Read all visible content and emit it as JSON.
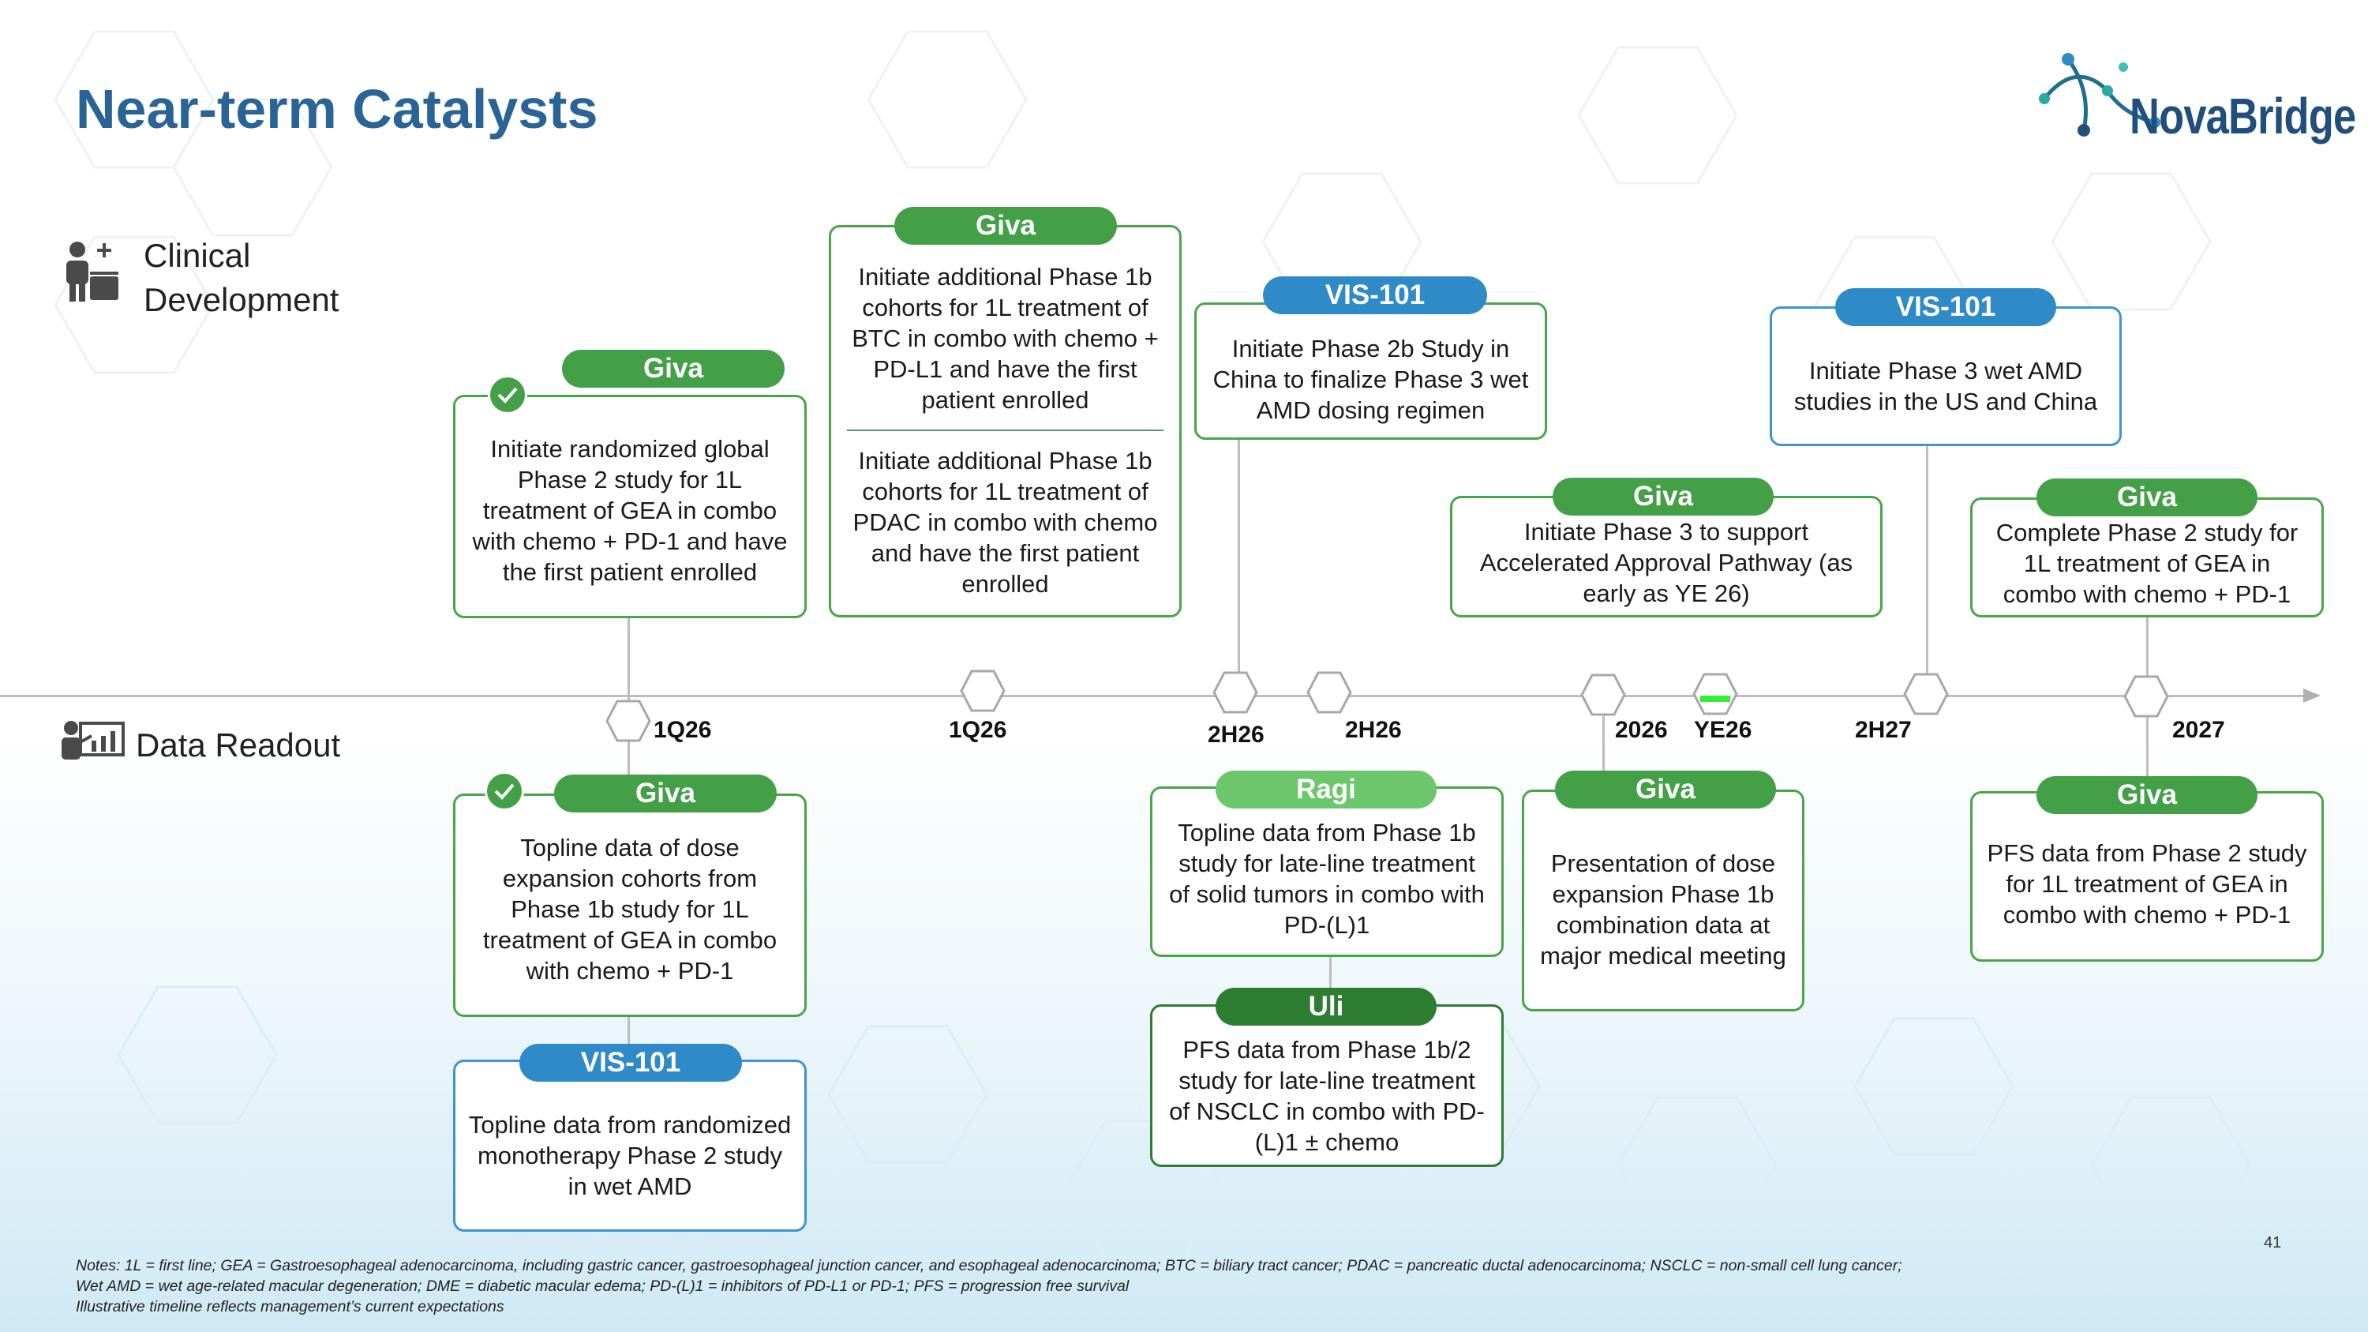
{
  "title": "Near-term Catalysts",
  "logo": {
    "text": "NovaBridge"
  },
  "sections": {
    "clinical": "Clinical\nDevelopment",
    "readout": "Data Readout"
  },
  "timeline": {
    "ticks": [
      "1Q26",
      "1Q26",
      "2H26",
      "2H26",
      "2026",
      "YE26",
      "2H27",
      "2027"
    ]
  },
  "clinical_cards": [
    {
      "tag": "Giva",
      "text": "Initiate randomized global Phase 2 study for 1L treatment of GEA in combo with chemo + PD-1 and have the first patient enrolled",
      "completed": true
    },
    {
      "tag": "Giva",
      "text": "Initiate additional Phase 1b cohorts for 1L treatment of BTC in combo with chemo + PD-L1 and have the first patient enrolled",
      "text2": "Initiate additional Phase 1b cohorts for 1L treatment of PDAC in combo with chemo and have the first patient enrolled"
    },
    {
      "tag": "VIS-101",
      "text": "Initiate Phase 2b Study in China to finalize Phase 3 wet AMD dosing regimen"
    },
    {
      "tag": "Giva",
      "text": "Initiate Phase 3 to support Accelerated Approval Pathway (as early as YE 26)"
    },
    {
      "tag": "VIS-101",
      "text": "Initiate Phase 3 wet AMD studies in the US and China"
    },
    {
      "tag": "Giva",
      "text": "Complete Phase 2 study for 1L treatment of GEA in combo with chemo + PD-1"
    }
  ],
  "readout_cards": [
    {
      "tag": "Giva",
      "text": "Topline data of dose expansion cohorts from Phase 1b study for 1L treatment of GEA in combo with chemo + PD-1",
      "completed": true
    },
    {
      "tag": "VIS-101",
      "text": "Topline data from randomized monotherapy Phase 2 study in wet AMD"
    },
    {
      "tag": "Ragi",
      "text": "Topline data from Phase 1b study for late-line treatment of solid tumors in combo with PD-(L)1"
    },
    {
      "tag": "Uli",
      "text": "PFS data from Phase 1b/2 study for late-line treatment of NSCLC in combo with PD-(L)1 ± chemo"
    },
    {
      "tag": "Giva",
      "text": "Presentation of dose expansion Phase 1b combination data at major medical meeting"
    },
    {
      "tag": "Giva",
      "text": "PFS data from Phase 2 study for 1L treatment of GEA in combo with chemo + PD-1"
    }
  ],
  "colors": {
    "title": "#2a6496",
    "green": "#43a047",
    "blue": "#2f8ac8",
    "dark_green": "#2e7d32",
    "light_green": "#6cc66c",
    "highlight": "#33ee33"
  },
  "icons": [
    "clinical-development-icon",
    "data-readout-icon",
    "check-icon",
    "novabridge-logo"
  ],
  "notes": [
    "Notes: 1L = first line; GEA = Gastroesophageal adenocarcinoma, including gastric cancer, gastroesophageal junction cancer, and esophageal adenocarcinoma; BTC = biliary tract cancer; PDAC = pancreatic ductal adenocarcinoma; NSCLC = non-small cell lung cancer;",
    "Wet AMD = wet age-related macular degeneration; DME = diabetic macular edema; PD-(L)1 = inhibitors of PD-L1 or PD-1; PFS = progression free survival",
    "Illustrative timeline reflects management’s current expectations"
  ],
  "page_number": "41"
}
